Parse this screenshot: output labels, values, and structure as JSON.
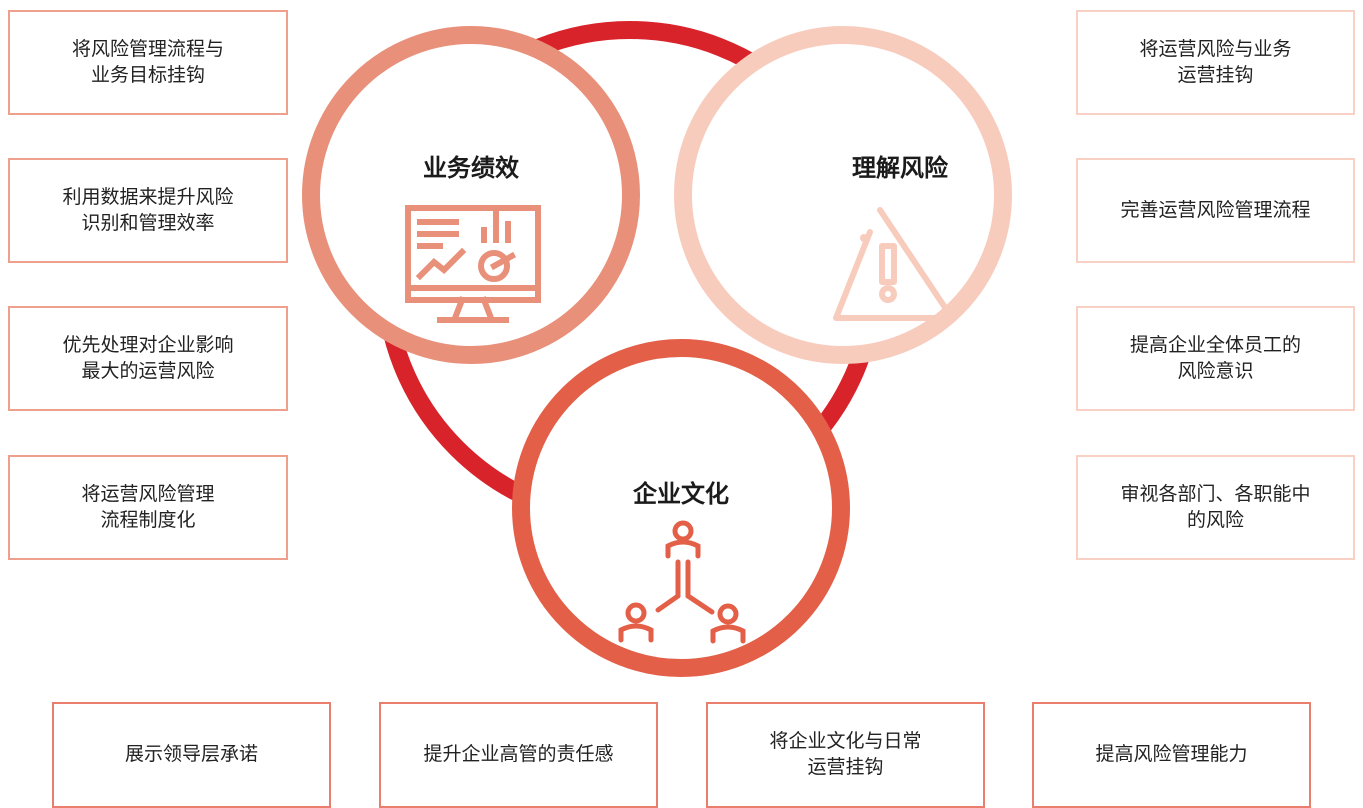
{
  "circles": {
    "business": {
      "title": "业务绩效",
      "icon": "monitor-chart-icon"
    },
    "risk": {
      "title": "理解风险",
      "icon": "warning-triangle-icon"
    },
    "culture": {
      "title": "企业文化",
      "icon": "people-network-icon"
    }
  },
  "left_boxes": [
    {
      "text": "将风险管理流程与\n业务目标挂钩"
    },
    {
      "text": "利用数据来提升风险\n识别和管理效率"
    },
    {
      "text": "优先处理对企业影响\n最大的运营风险"
    },
    {
      "text": "将运营风险管理\n流程制度化"
    }
  ],
  "right_boxes": [
    {
      "text": "将运营风险与业务\n运营挂钩"
    },
    {
      "text": "完善运营风险管理流程"
    },
    {
      "text": "提高企业全体员工的\n风险意识"
    },
    {
      "text": "审视各部门、各职能中\n的风险"
    }
  ],
  "bottom_boxes": [
    {
      "text": "展示领导层承诺"
    },
    {
      "text": "提升企业高管的责任感"
    },
    {
      "text": "将企业文化与日常\n运营挂钩"
    },
    {
      "text": "提高风险管理能力"
    }
  ],
  "colors": {
    "ring": "#d8232a",
    "business": "#e8907a",
    "risk": "#f8ccbd",
    "culture": "#e35f47"
  }
}
